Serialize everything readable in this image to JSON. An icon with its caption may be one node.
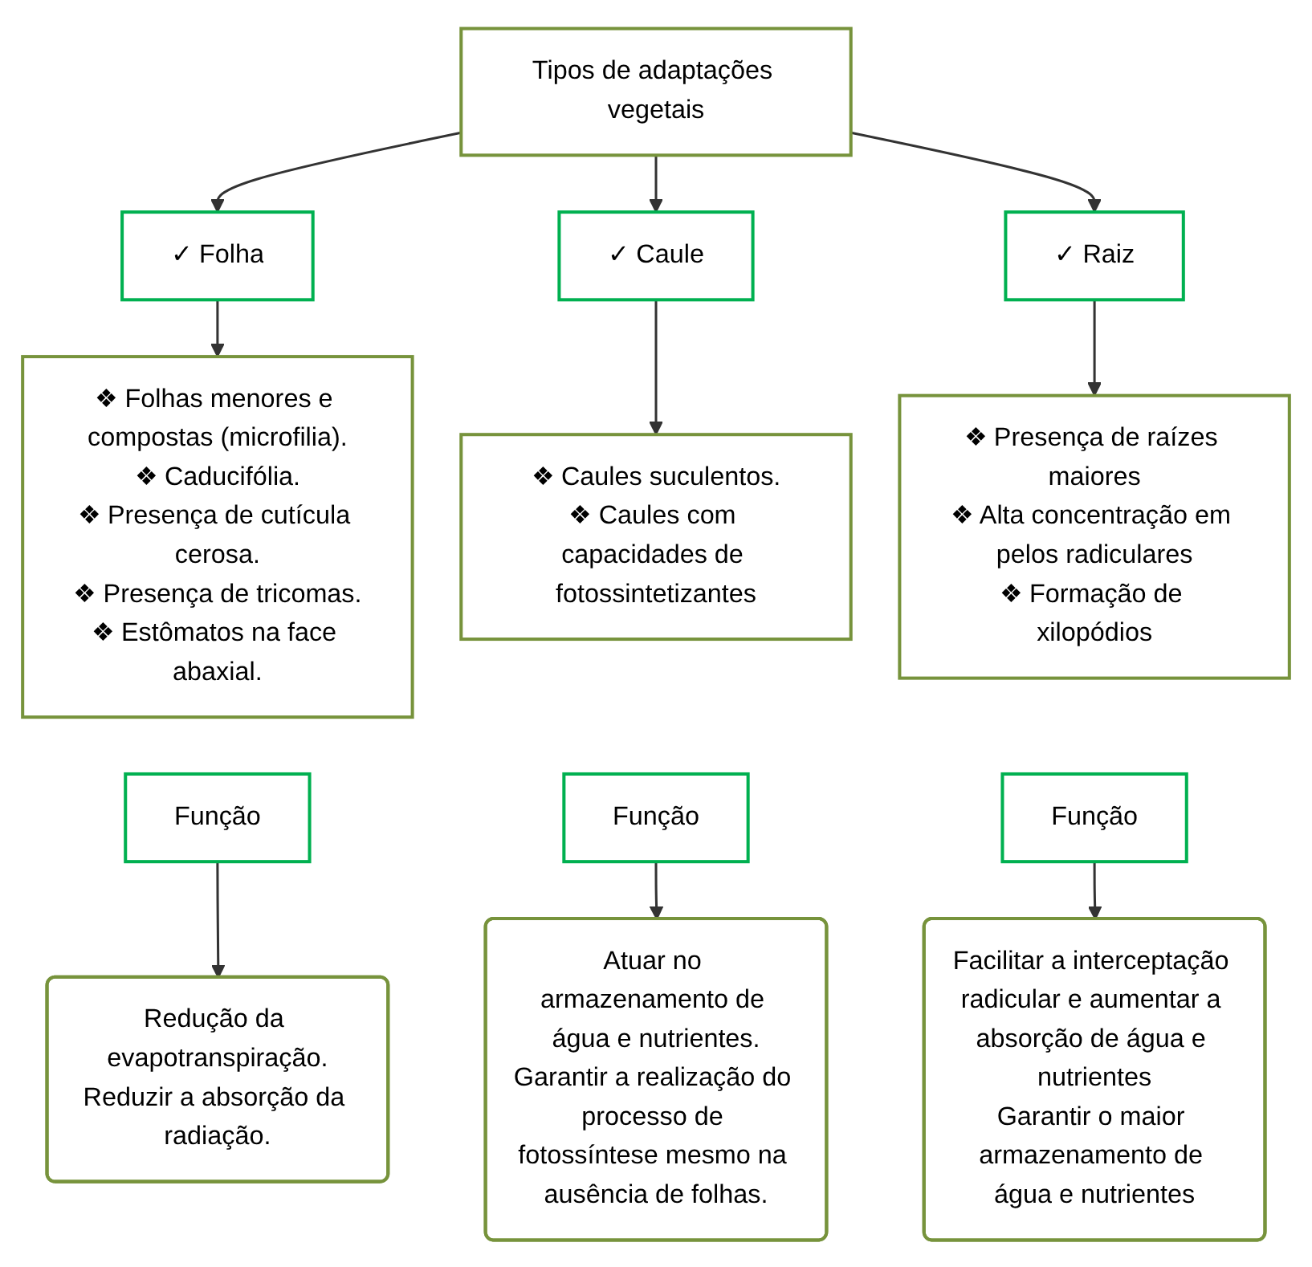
{
  "diagram": {
    "nodes": [
      {
        "text": [
          "Tipos de adaptações vegetais"
        ]
      },
      {
        "text": [
          "✓ Folha"
        ]
      },
      {
        "text": [
          "✓ Caule"
        ]
      },
      {
        "text": [
          "✓ Raiz"
        ]
      },
      {
        "text": [
          "❖ Folhas menores e compostas (microfilia).",
          "❖ Caducifólia.",
          "❖ Presença de cutícula cerosa.",
          "❖ Presença de tricomas.",
          "❖ Estômatos na face abaxial."
        ]
      },
      {
        "text": [
          "❖ Caules suculentos.",
          "❖ Caules com capacidades de fotossintetizantes"
        ]
      },
      {
        "text": [
          "❖ Presença de raízes maiores",
          "❖ Alta concentração em pelos radiculares",
          "❖ Formação de xilopódios"
        ]
      },
      {
        "text": [
          "Função"
        ]
      },
      {
        "text": [
          "Redução da evapotranspiração.",
          "Reduzir a absorção da radiação."
        ]
      },
      {
        "text": [
          "Função"
        ]
      },
      {
        "text": [
          "Atuar no armazenamento de água e nutrientes.",
          "Garantir a realização do processo de fotossíntese mesmo na ausência de folhas."
        ]
      },
      {
        "text": [
          "Função"
        ]
      },
      {
        "text": [
          "Facilitar a interceptação radicular e aumentar a absorção de água e nutrientes",
          "Garantir o maior armazenamento de água e nutrientes"
        ]
      }
    ],
    "edges": [
      {
        "from": 0,
        "to": 1,
        "arrow": "to"
      },
      {
        "from": 0,
        "to": 2,
        "arrow": "to"
      },
      {
        "from": 0,
        "to": 3,
        "arrow": "to"
      },
      {
        "from": 1,
        "to": 4,
        "arrow": "to"
      },
      {
        "from": 2,
        "to": 5,
        "arrow": "to"
      },
      {
        "from": 3,
        "to": 6,
        "arrow": "to"
      },
      {
        "from": 7,
        "to": 8,
        "arrow": "to"
      },
      {
        "from": 9,
        "to": 10,
        "arrow": "to"
      },
      {
        "from": 11,
        "to": 12,
        "arrow": "to"
      }
    ]
  }
}
